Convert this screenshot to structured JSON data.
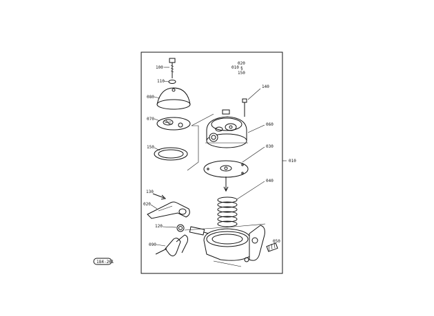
{
  "labels": {
    "p100": "100",
    "p110": "110",
    "p080": "080",
    "p070": "070",
    "p150": "150",
    "p140": "140",
    "p060": "060",
    "p030": "030",
    "p010": "010",
    "p040": "040",
    "p130": "130",
    "p020": "020",
    "p120": "120",
    "p090": "090",
    "p050": "050",
    "legend_020": "020",
    "legend_010": "010",
    "legend_150": "150",
    "legend_sep": "§",
    "stamp": "184-201"
  }
}
